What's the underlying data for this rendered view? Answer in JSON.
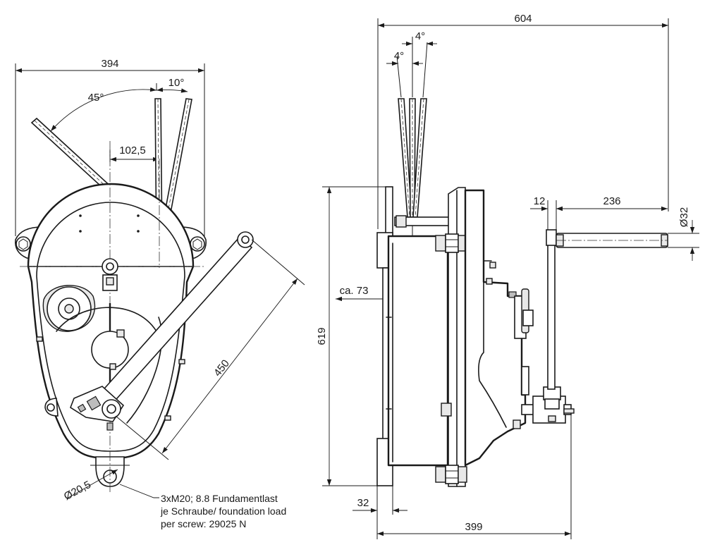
{
  "front_view": {
    "dim_width": "394",
    "dim_angle_45": "45°",
    "dim_angle_10": "10°",
    "dim_offset": "102,5",
    "dim_lever_length": "450",
    "dim_hole_diameter": "Ø20,5",
    "note_line1": "3xM20; 8.8 Fundamentlast",
    "note_line2": "je Schraube/ foundation load",
    "note_line3": "per screw: 29025 N"
  },
  "side_view": {
    "dim_overall_width": "604",
    "dim_angle_4_top": "4°",
    "dim_angle_4_left": "4°",
    "dim_height": "619",
    "dim_ca": "ca. 73",
    "dim_foot": "32",
    "dim_base": "399",
    "dim_crank_offset": "12",
    "dim_handle_length": "236",
    "dim_handle_diameter": "Ø32"
  }
}
